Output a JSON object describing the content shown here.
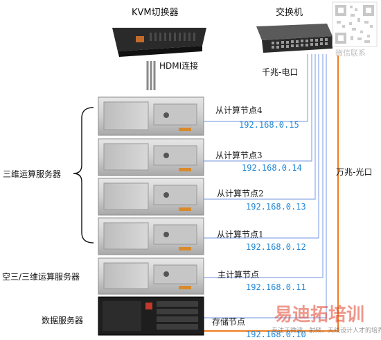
{
  "devices": {
    "kvm": "KVM切换器",
    "switch": "交换机",
    "hdmi": "HDMI连接"
  },
  "links": {
    "gigabit": "千兆-电口",
    "ten_gigabit": "万兆-光口"
  },
  "groups": {
    "three_d": "三维运算服务器",
    "air_three_d": "空三/三维运算服务器",
    "data": "数据服务器"
  },
  "nodes": [
    {
      "name": "从计算节点4",
      "ip": "192.168.0.15"
    },
    {
      "name": "从计算节点3",
      "ip": "192.168.0.14"
    },
    {
      "name": "从计算节点2",
      "ip": "192.168.0.13"
    },
    {
      "name": "从计算节点1",
      "ip": "192.168.0.12"
    },
    {
      "name": "主计算节点",
      "ip": "192.168.0.11"
    },
    {
      "name": "存储节点",
      "ip": "192.168.0.10"
    }
  ],
  "watermark": {
    "qr_caption": "微信联系",
    "brand": "易迪拓培训",
    "brand_sub": "专注于微波、射频、天线设计人才的培养"
  },
  "colors": {
    "ethernet": "#8da9e8",
    "fiber": "#f07c1e",
    "ip_text": "#1f86d6",
    "brand": "#e0412b"
  }
}
